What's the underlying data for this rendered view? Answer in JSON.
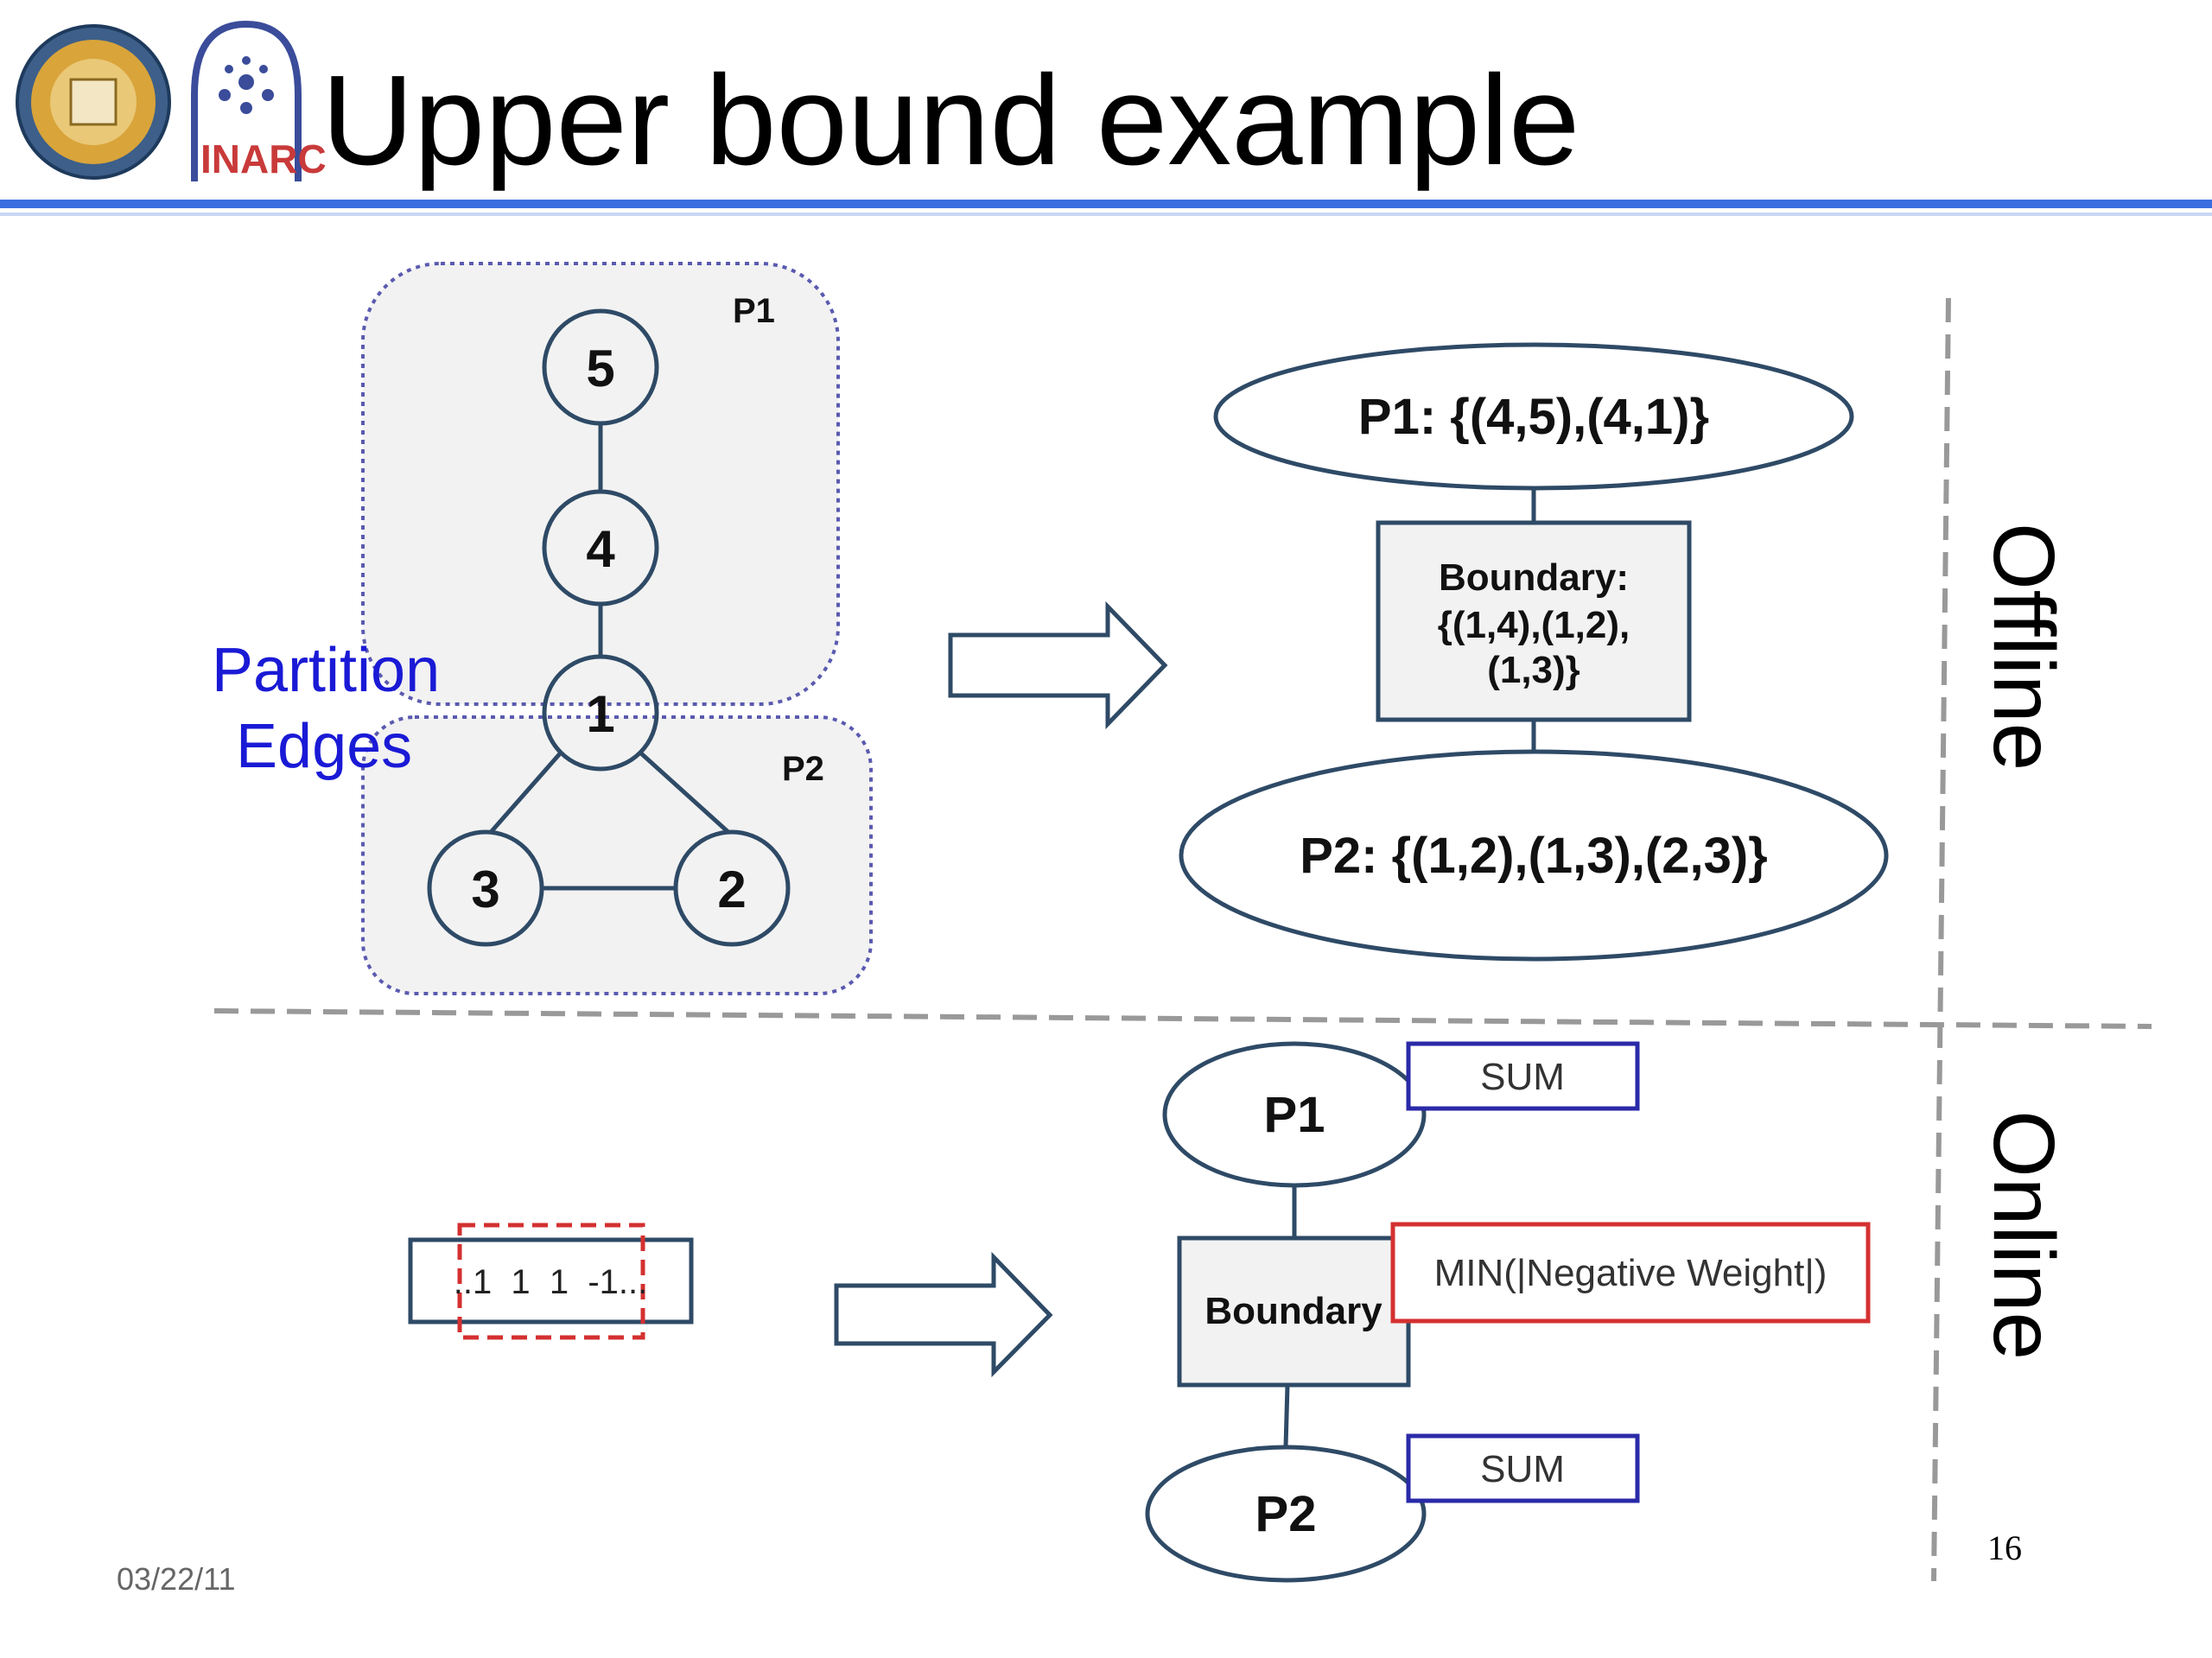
{
  "slide": {
    "title": "Upper bound example",
    "date": "03/22/11",
    "page_number": "16",
    "logo_text": "INARC"
  },
  "offline": {
    "section_label": "Offline",
    "partitions": {
      "p1": "P1",
      "p2": "P2"
    },
    "nodes": [
      "5",
      "4",
      "1",
      "3",
      "2"
    ],
    "partition_edges_label_line1": "Partition",
    "partition_edges_label_line2": "Edges",
    "p1_edges": "P1: {(4,5),(4,1)}",
    "boundary_line1": "Boundary:",
    "boundary_line2": "{(1,4),(1,2),",
    "boundary_line3": "(1,3)}",
    "p2_edges": "P2: {(1,2),(1,3),(2,3)}"
  },
  "online": {
    "section_label": "Online",
    "sequence": "..1  1  1  -1...",
    "p1": "P1",
    "p1_agg": "SUM",
    "boundary": "Boundary",
    "boundary_agg": "MIN(|Negative Weight|)",
    "p2": "P2",
    "p2_agg": "SUM"
  },
  "colors": {
    "title_rule": "#3b6fe0",
    "node_stroke": "#2e4a66",
    "partition_fill": "#f2f2f2",
    "partition_stroke": "#5a5ab0",
    "partition_text": "#1a1ad6",
    "sum_box_stroke": "#2a2aa8",
    "min_box_stroke": "#d43030",
    "window_stroke": "#d43030"
  }
}
